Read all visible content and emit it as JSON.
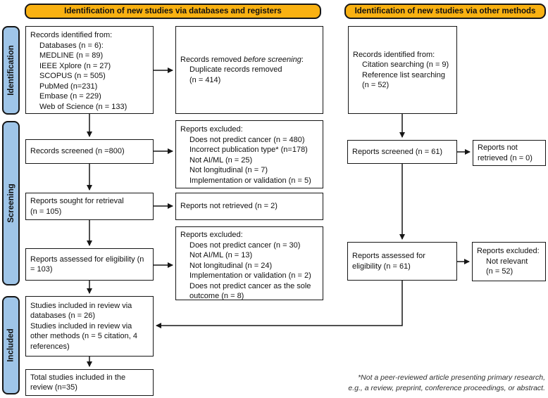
{
  "headers": {
    "databases": "Identification of new studies via databases and registers",
    "other": "Identification of new studies via other methods"
  },
  "stages": {
    "identification": "Identification",
    "screening": "Screening",
    "included": "Included"
  },
  "boxes": {
    "records_identified_db": [
      {
        "t": "Records identified from:"
      },
      {
        "t": "Databases (n = 6):",
        "i": 1
      },
      {
        "t": "MEDLINE (n = 89)",
        "i": 1
      },
      {
        "t": "IEEE Xplore (n = 27)",
        "i": 1
      },
      {
        "t": "SCOPUS (n = 505)",
        "i": 1
      },
      {
        "t": "PubMed (n=231)",
        "i": 1
      },
      {
        "t": "Embase (n = 229)",
        "i": 1
      },
      {
        "t": "Web of Science (n = 133)",
        "i": 1
      }
    ],
    "records_removed": [
      {
        "parts": [
          {
            "t": "Records removed "
          },
          {
            "t": "before screening",
            "em": true
          },
          {
            "t": ":"
          }
        ]
      },
      {
        "t": "Duplicate records removed",
        "i": 1
      },
      {
        "t": "(n = 414)",
        "i": 1
      }
    ],
    "records_screened": [
      {
        "t": "Records screened (n =800)"
      }
    ],
    "reports_excluded_1": [
      {
        "t": "Reports excluded:"
      },
      {
        "t": "Does not predict cancer (n = 480)",
        "i": 1
      },
      {
        "t": "Incorrect publication type* (n=178)",
        "i": 1
      },
      {
        "t": "Not AI/ML (n = 25)",
        "i": 1
      },
      {
        "t": "Not longitudinal (n = 7)",
        "i": 1
      },
      {
        "t": "Implementation or validation (n = 5)",
        "i": 1
      }
    ],
    "reports_sought": [
      {
        "t": "Reports sought for retrieval"
      },
      {
        "t": "(n = 105)"
      }
    ],
    "reports_not_retrieved": [
      {
        "t": "Reports not retrieved (n = 2)"
      }
    ],
    "reports_assessed": [
      {
        "t": "Reports assessed for eligibility (n"
      },
      {
        "t": "= 103)"
      }
    ],
    "reports_excluded_2": [
      {
        "t": "Reports excluded:"
      },
      {
        "t": "Does not predict cancer (n = 30)",
        "i": 1
      },
      {
        "t": "Not AI/ML (n = 13)",
        "i": 1
      },
      {
        "t": "Not longitudinal (n = 24)",
        "i": 1
      },
      {
        "t": "Implementation or validation (n = 2)",
        "i": 1
      },
      {
        "t": "Does not predict cancer as the sole",
        "i": 1
      },
      {
        "t": "outcome (n = 8)",
        "i": 1
      }
    ],
    "studies_included": [
      {
        "t": "Studies included in review via"
      },
      {
        "t": "databases (n = 26)"
      },
      {
        "t": "Studies included in review via"
      },
      {
        "t": "other methods (n = 5 citation, 4"
      },
      {
        "t": "references)"
      }
    ],
    "total_studies": [
      {
        "t": "Total studies included in the"
      },
      {
        "t": "review (n=35)"
      }
    ],
    "records_identified_other": [
      {
        "t": "Records identified from:"
      },
      {
        "t": "Citation searching (n = 9)",
        "i": 1
      },
      {
        "t": "Reference list searching",
        "i": 1
      },
      {
        "t": "(n = 52)",
        "i": 1
      }
    ],
    "reports_screened_other": [
      {
        "t": "Reports screened (n = 61)"
      }
    ],
    "reports_not_retrieved_other": [
      {
        "t": "Reports not"
      },
      {
        "t": "retrieved (n = 0)"
      }
    ],
    "reports_assessed_other": [
      {
        "t": "Reports assessed for"
      },
      {
        "t": "eligibility (n = 61)"
      }
    ],
    "reports_excluded_other": [
      {
        "t": "Reports excluded:"
      },
      {
        "t": "Not relevant",
        "i": 1
      },
      {
        "t": "(n = 52)",
        "i": 1
      }
    ]
  },
  "footnote": {
    "line1": "*Not a peer-reviewed article presenting primary research,",
    "line2": "e.g., a review, preprint, conference proceedings, or abstract."
  },
  "colors": {
    "header_bg": "#F9B112",
    "stage_bg": "#9FC5E8",
    "box_border": "#161616"
  }
}
